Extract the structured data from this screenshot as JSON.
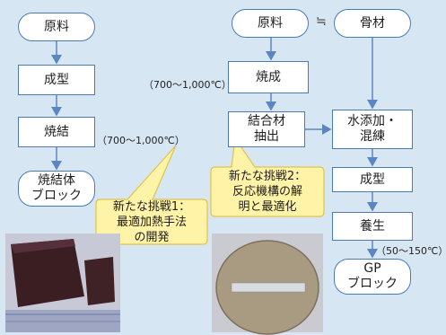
{
  "colors": {
    "background": "#d7e6f3",
    "box_border": "#4a79b8",
    "arrow": "#5b86c2",
    "callout_fill": "#fff3a8",
    "callout_border": "#e2c24a"
  },
  "left_flow": {
    "raw_material": "原料",
    "molding": "成型",
    "sintering": "焼結",
    "sintered_block_line1": "焼結体",
    "sintered_block_line2": "ブロック",
    "sinter_temp": "（700～1,000℃）"
  },
  "right_flow": {
    "raw_material": "原料",
    "approx_equal": "≒",
    "aggregate": "骨材",
    "firing": "焼成",
    "firing_temp": "（700～1,000℃）",
    "extract_line1": "結合材",
    "extract_line2": "抽出",
    "water_line1": "水添加・",
    "water_line2": "混練",
    "molding": "成型",
    "curing": "養生",
    "curing_temp": "（50～150℃）",
    "gp_line1": "GP",
    "gp_line2": "ブロック"
  },
  "callouts": {
    "challenge1": "新たな挑戦1：\n最適加熱手法\nの開発",
    "challenge2": "新たな挑戦2：\n反応機構の解\n明と最適化"
  },
  "photos": {
    "left": "sintered-brick-photo",
    "right": "gp-disk-photo"
  }
}
